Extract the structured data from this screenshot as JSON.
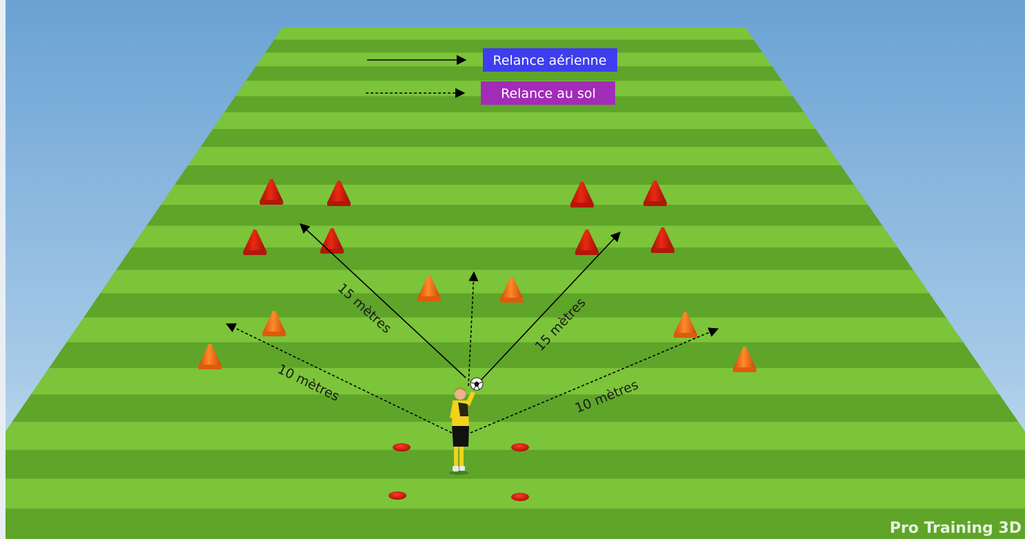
{
  "legend": {
    "aerial_label": "Relance aérienne",
    "aerial_color": "#3f3df0",
    "ground_label": "Relance au sol",
    "ground_color": "#a22bb8"
  },
  "distances": {
    "left_15": "15 mètres",
    "right_15": "15 mètres",
    "left_10": "10 mètres",
    "right_10": "10 mètres"
  },
  "watermark": "Pro Training 3D",
  "colors": {
    "sky_top": "#6fa6d6",
    "sky_bottom": "#cfe4f4",
    "grass_light": "#7cc43a",
    "grass_dark": "#5ea52a",
    "red_cone": "#d21d0e",
    "orange_cone": "#f26a12"
  },
  "icons": {
    "player": "goalkeeper-icon",
    "ball": "soccer-ball-icon",
    "cone": "cone-icon",
    "marker": "disc-marker-icon"
  }
}
